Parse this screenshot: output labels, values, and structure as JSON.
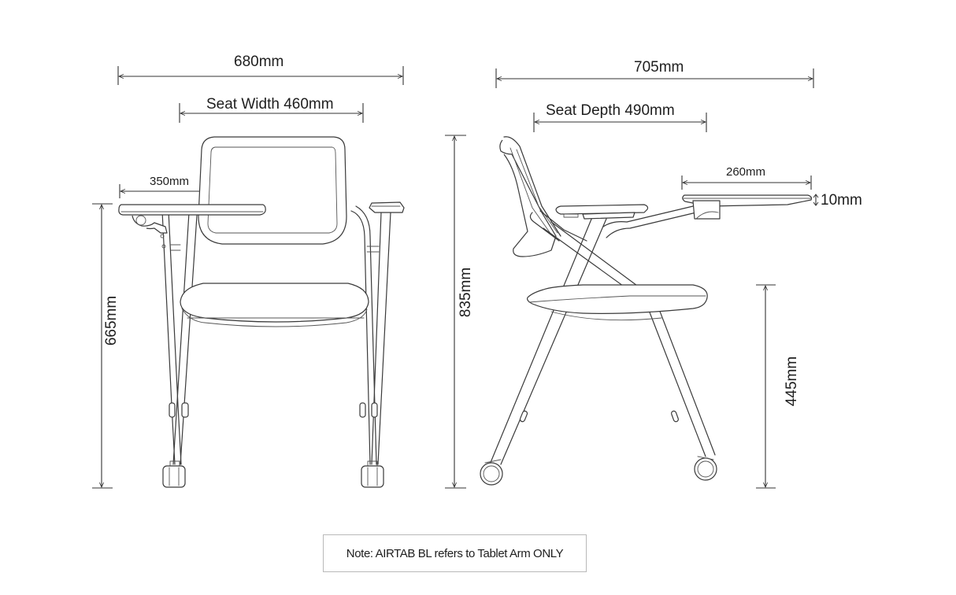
{
  "front_view": {
    "overall_width": "680mm",
    "seat_width": "Seat Width 460mm",
    "tablet_width": "350mm",
    "arm_height": "665mm"
  },
  "side_view": {
    "overall_depth": "705mm",
    "seat_depth": "Seat Depth 490mm",
    "tablet_depth": "260mm",
    "tablet_thickness": "10mm",
    "overall_height": "835mm",
    "seat_height": "445mm"
  },
  "note": {
    "text": "Note: AIRTAB BL refers to Tablet Arm ONLY"
  },
  "colors": {
    "line": "#3a3a3a",
    "text": "#1e1e1e",
    "note_border": "#b9b9b9",
    "background": "#ffffff"
  }
}
